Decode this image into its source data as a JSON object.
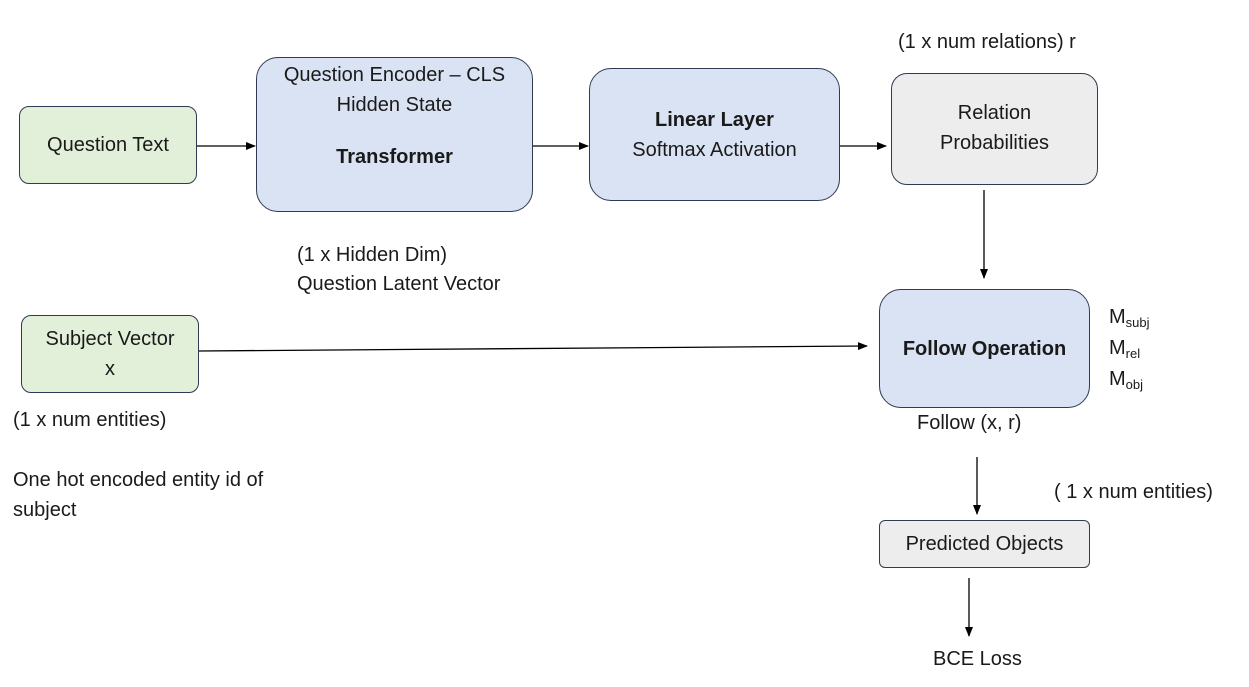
{
  "boxes": {
    "question_text": "Question Text",
    "encoder_line1": "Question Encoder – CLS",
    "encoder_line2": "Hidden State",
    "encoder_line3": "Transformer",
    "linear_line1": "Linear Layer",
    "linear_line2": "Softmax Activation",
    "relation_line1": "Relation",
    "relation_line2": "Probabilities",
    "subject_line1": "Subject Vector",
    "subject_line2": "x",
    "follow": "Follow Operation",
    "predicted": "Predicted Objects"
  },
  "labels": {
    "relations_dim": "(1 x num relations) r",
    "hidden_dim": "(1 x Hidden Dim)",
    "latent_vector": "Question Latent Vector",
    "entities_dim_left": "(1 x num entities)",
    "one_hot_line1": "One hot encoded entity id of",
    "one_hot_line2": "subject",
    "follow_formula": "Follow (x, r)",
    "entities_dim_right": "( 1 x num entities)",
    "bce_loss": "BCE Loss",
    "m_base": "M",
    "m_subj": "subj",
    "m_rel": "rel",
    "m_obj": "obj"
  }
}
